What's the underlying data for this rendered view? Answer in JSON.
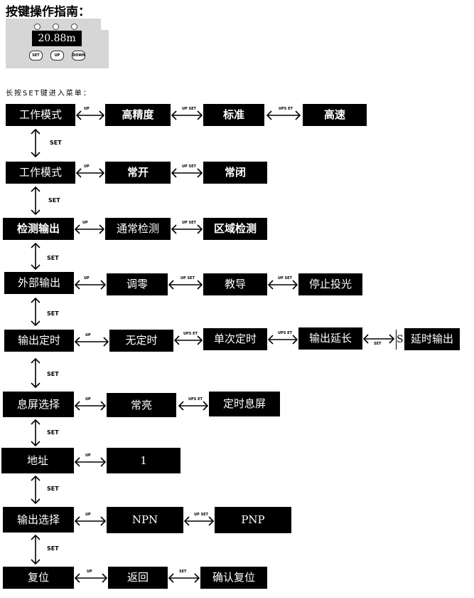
{
  "title": "按键操作指南：",
  "panel": {
    "display": "20.88m",
    "buttons": [
      "SET",
      "UP",
      "DOWN"
    ]
  },
  "intro": "长按SET键进入菜单：",
  "set_label": "SET",
  "rows": [
    {
      "name": "工作模式",
      "options": [
        "高精度",
        "标准",
        "高速"
      ],
      "arrow_labels": [
        "UP",
        "UP SET",
        "UPS ET"
      ]
    },
    {
      "name": "工作模式",
      "options": [
        "常开",
        "常闭"
      ],
      "arrow_labels": [
        "UP",
        "UP SET"
      ]
    },
    {
      "name": "检测输出",
      "options": [
        "通常检测",
        "区域检测"
      ],
      "arrow_labels": [
        "UP",
        "UP SET"
      ]
    },
    {
      "name": "外部输出",
      "options": [
        "调零",
        "教导",
        "停止投光"
      ],
      "arrow_labels": [
        "UP",
        "UP SET",
        "UP SET"
      ]
    },
    {
      "name": "输出定时",
      "options": [
        "无定时",
        "单次定时",
        "输出延长",
        "延时输出"
      ],
      "arrow_labels": [
        "UP",
        "UPS ET",
        "UPS ET",
        "SET"
      ],
      "extra_glyph": "S"
    },
    {
      "name": "息屏选择",
      "options": [
        "常亮",
        "定时息屏"
      ],
      "arrow_labels": [
        "UP",
        "UPS ET"
      ]
    },
    {
      "name": "地址",
      "options": [
        "1"
      ],
      "arrow_labels": [
        "UP"
      ]
    },
    {
      "name": "输出选择",
      "options": [
        "NPN",
        "PNP"
      ],
      "arrow_labels": [
        "UP",
        "UP SET"
      ]
    },
    {
      "name": "复位",
      "options": [
        "返回",
        "确认复位"
      ],
      "arrow_labels": [
        "UP",
        "SET"
      ]
    }
  ]
}
